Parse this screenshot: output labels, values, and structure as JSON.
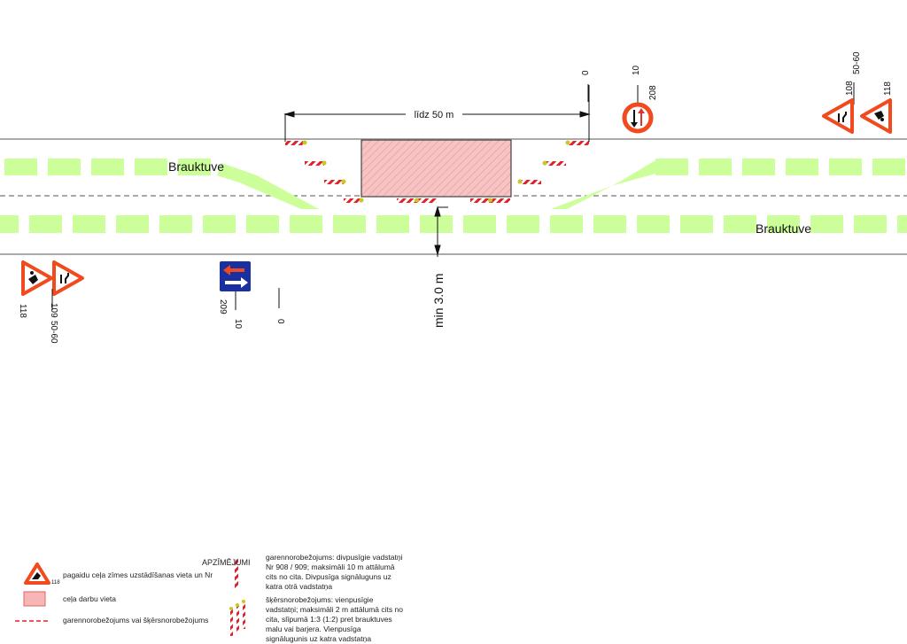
{
  "colors": {
    "lane_marking": "#ccff99",
    "work_zone": "#f7c3c3",
    "sign_red": "#f04a1e",
    "sign_blue": "#1a2fa0",
    "barrier_red": "#e0202a"
  },
  "road": {
    "label_top": "Brauktuve",
    "label_bottom": "Brauktuve"
  },
  "dimensions": {
    "length": "līdz  50 m",
    "min_width": "min 3.0 m"
  },
  "top_signs": {
    "zero": "0",
    "ten": "10",
    "sign_208": "208",
    "sign_108": "108",
    "distance": "50-60",
    "sign_118": "118"
  },
  "bottom_signs": {
    "sign_118": "118",
    "sign_109": "109",
    "distance": "50-60",
    "sign_209": "209",
    "ten": "10",
    "zero": "0"
  },
  "legend": {
    "title": "APZĪMĒJUMI",
    "sign_number": "118",
    "sign_text": "pagaidu ceļa zīmes uzstādīšanas vieta un Nr",
    "work_zone_text": "ceļa darbu vieta",
    "dashed_text": "garennorobežojums vai šķērsnorobežojums",
    "longitudinal_text": "garennorobežojums: divpusīgie vadstatņi Nr 908 / 909; maksimāli 10 m attālumā cits no cita. Divpusīga signāluguns uz katra otrā vadstatņa",
    "transverse_text": "šķērsnorobežojums: vienpusīgie vadstatņi; maksimāli 2 m attālumā cits no cita, slīpumā 1:3 (1:2) pret brauktuves malu vai barjera. Vienpusīga signālugunis uz katra vadstatņa"
  }
}
